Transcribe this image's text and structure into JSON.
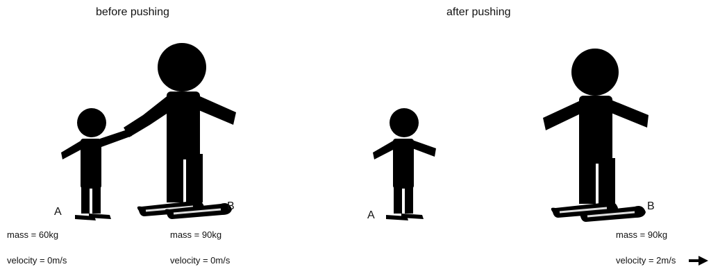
{
  "panels": [
    {
      "title": "before pushing",
      "person_a": {
        "label": "A",
        "mass": "mass = 60kg",
        "velocity": "velocity = 0m/s"
      },
      "person_b": {
        "label": "B",
        "mass": "mass = 90kg",
        "velocity": "velocity = 0m/s"
      }
    },
    {
      "title": "after pushing",
      "person_a": {
        "label": "A"
      },
      "person_b": {
        "label": "B",
        "mass": "mass = 90kg",
        "velocity": "velocity = 2m/s",
        "direction_icon": "arrow-right-icon"
      }
    }
  ],
  "colors": {
    "figure": "#000000",
    "skate_highlight": "#dddddd",
    "background": "#ffffff"
  }
}
